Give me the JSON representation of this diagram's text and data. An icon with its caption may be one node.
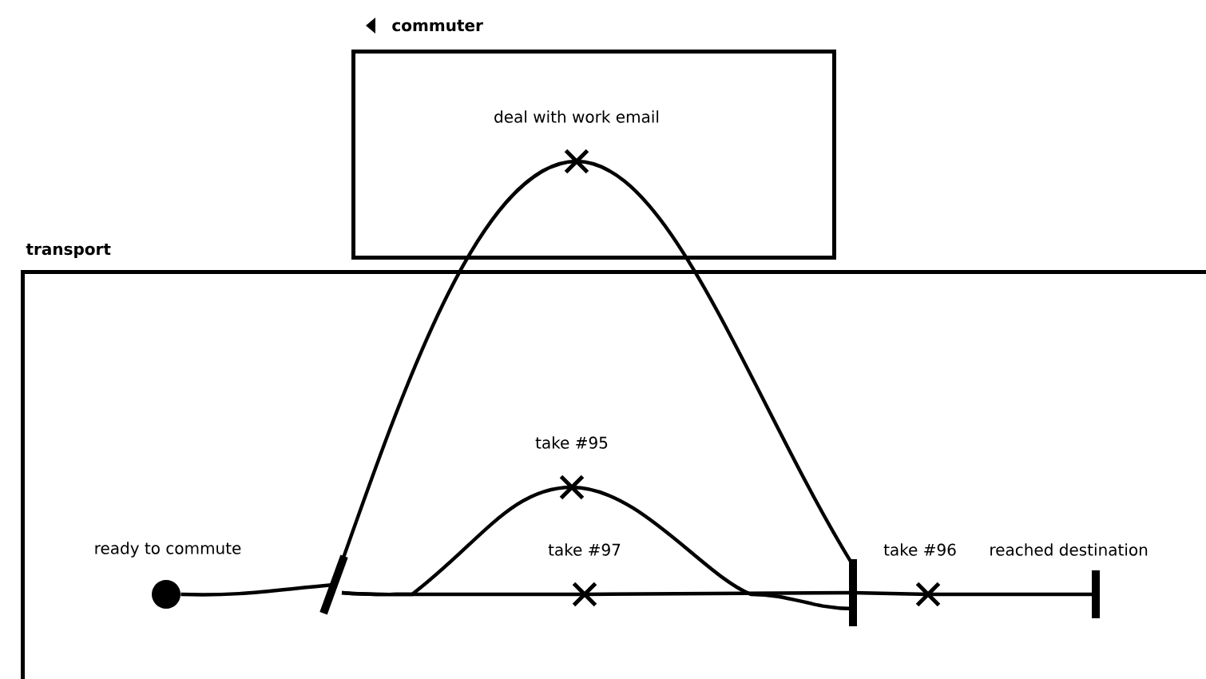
{
  "diagram": {
    "nodes": [
      {
        "text": [
          "commuter"
        ]
      },
      {
        "text": [
          "deal with work email"
        ],
        "in": 0
      },
      {
        "text": [
          "transport"
        ]
      },
      {
        "text": [],
        "shape": "circle",
        "beside": [
          "ready to commute"
        ],
        "in": 2
      },
      {
        "text": [],
        "shape": "bar",
        "in": 2
      },
      {
        "text": [
          "take #95"
        ],
        "in": 2
      },
      {
        "text": [
          "take #97"
        ],
        "in": 2
      },
      {
        "text": [],
        "shape": "bar",
        "in": 2
      },
      {
        "text": [
          "take #96"
        ],
        "in": 2
      },
      {
        "text": [],
        "shape": "bar",
        "beside": [
          "reached destination"
        ],
        "in": 2
      }
    ],
    "edges": [
      {
        "from": 3,
        "to": 4,
        "arrow": "none"
      },
      {
        "from": 4,
        "to": 1,
        "arrow": "none"
      },
      {
        "from": 1,
        "to": 7,
        "arrow": "none"
      },
      {
        "from": 4,
        "to": 5,
        "arrow": "none"
      },
      {
        "from": 5,
        "to": 7,
        "arrow": "none"
      },
      {
        "from": 4,
        "to": 6,
        "arrow": "none"
      },
      {
        "from": 6,
        "to": 7,
        "arrow": "none"
      },
      {
        "from": 7,
        "to": 8,
        "arrow": "none"
      },
      {
        "from": 8,
        "to": 9,
        "arrow": "none"
      }
    ]
  }
}
